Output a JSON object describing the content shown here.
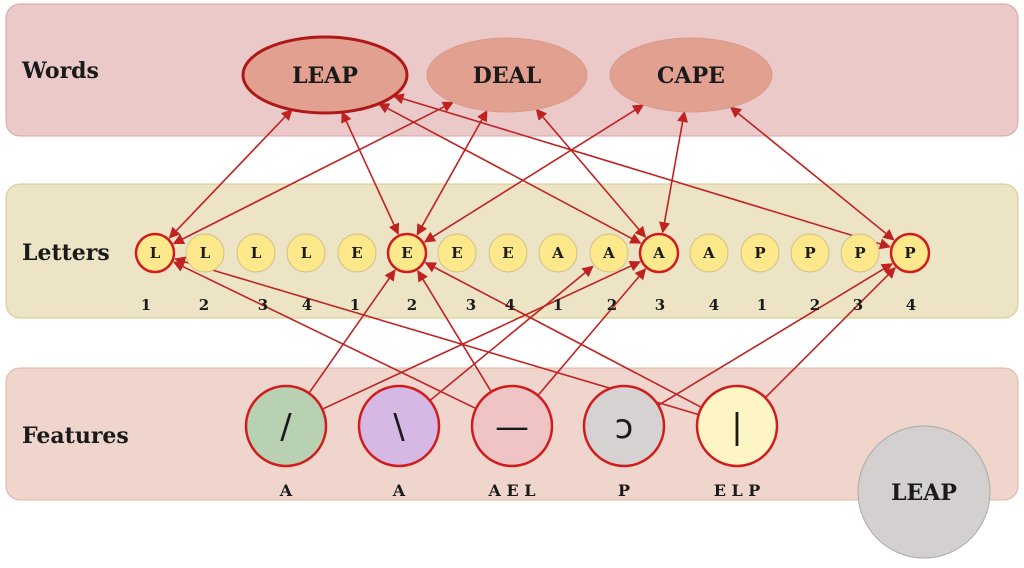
{
  "layers": {
    "words": "Words",
    "letters": "Letters",
    "features": "Features"
  },
  "words": [
    {
      "text": "LEAP",
      "active": true
    },
    {
      "text": "DEAL",
      "active": false
    },
    {
      "text": "CAPE",
      "active": false
    }
  ],
  "letters": [
    "L",
    "L",
    "L",
    "L",
    "E",
    "E",
    "E",
    "E",
    "A",
    "A",
    "A",
    "A",
    "P",
    "P",
    "P",
    "P"
  ],
  "active_letters": [
    0,
    5,
    10,
    15
  ],
  "positions": [
    "1",
    "2",
    "3",
    "4",
    "1",
    "2",
    "3",
    "4",
    "1",
    "2",
    "3",
    "4",
    "1",
    "2",
    "3",
    "4"
  ],
  "features": [
    {
      "glyph": "/",
      "letters": "A",
      "color": "#b9d1b3"
    },
    {
      "glyph": "\\",
      "letters": "A",
      "color": "#d6b8e4"
    },
    {
      "glyph": "—",
      "letters": "A E L",
      "color": "#f0c4c4"
    },
    {
      "glyph": "ɔ",
      "letters": "P",
      "color": "#d6d2d2"
    },
    {
      "glyph": "|",
      "letters": "E L P",
      "color": "#fdf5c4"
    }
  ],
  "input_word": "LEAP",
  "colors": {
    "words_band": "#ecc9c9",
    "letters_band": "#ece4c5",
    "features_band": "#efd5cc",
    "word_node": "#e2a090",
    "letter_node": "#fde98b",
    "connection": "#c02222",
    "input_node": "#d4d0cf"
  }
}
